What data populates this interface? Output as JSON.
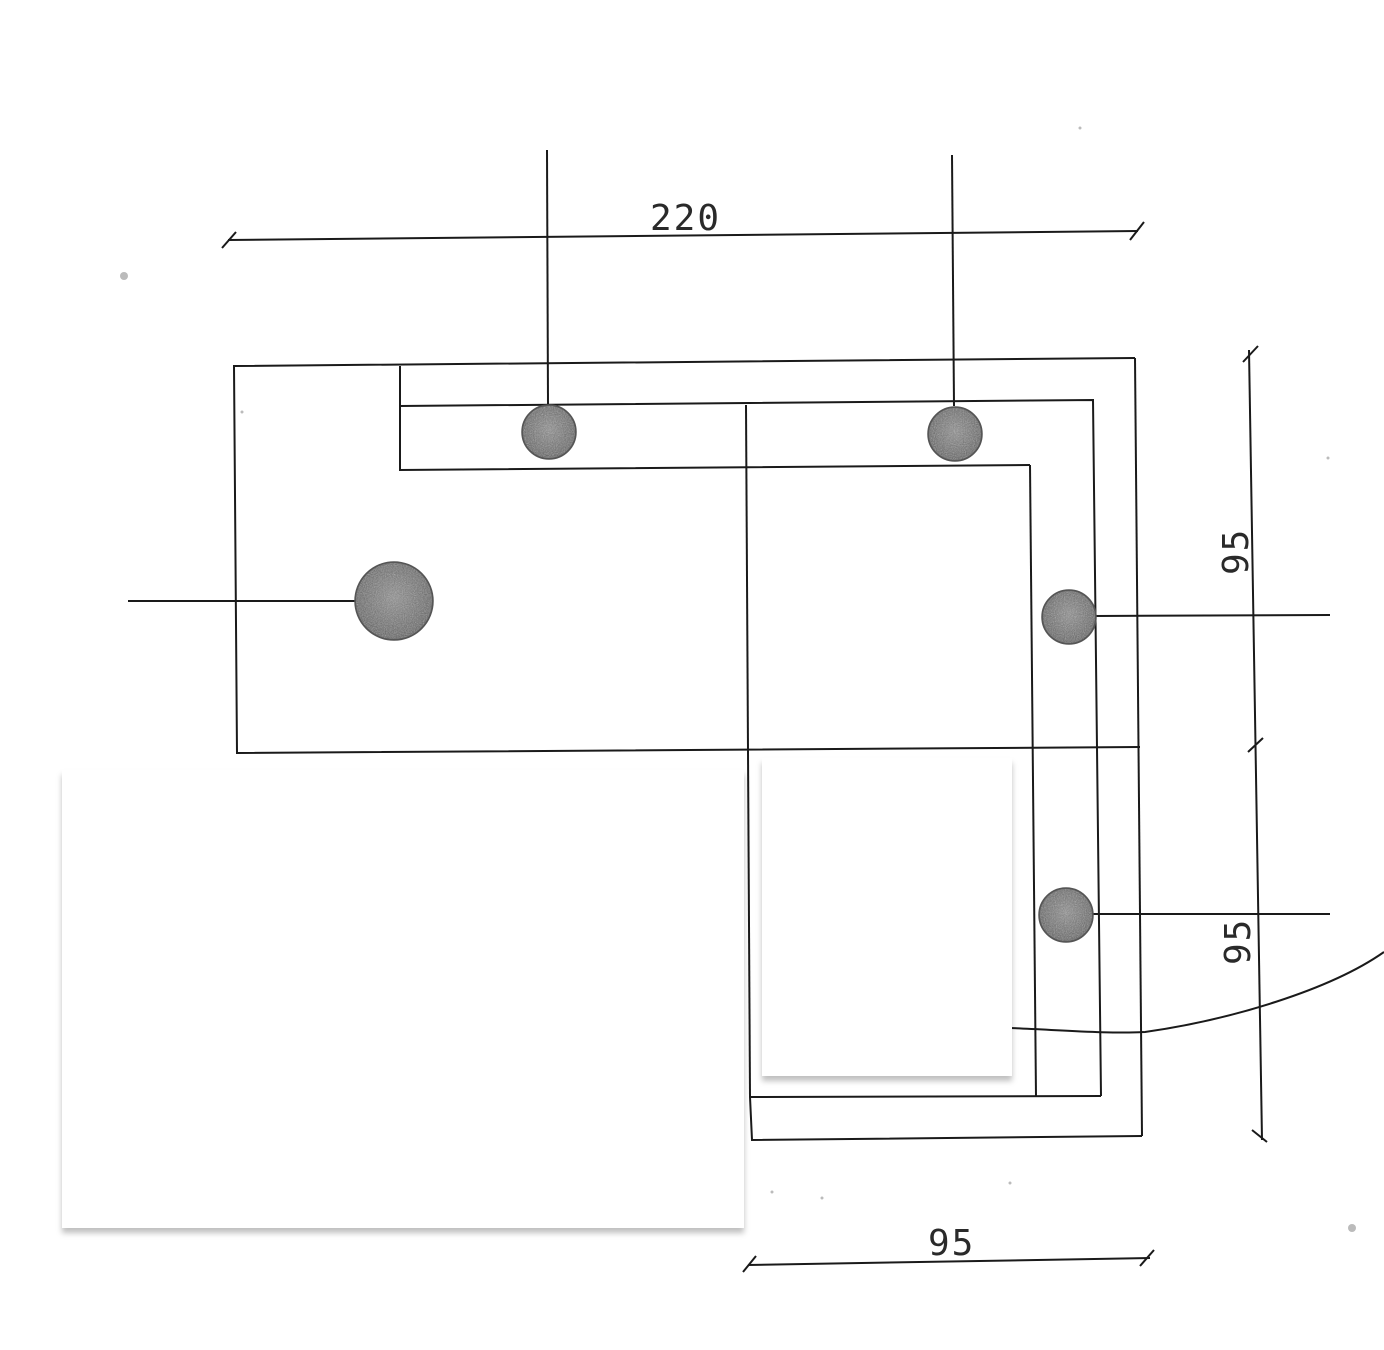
{
  "dimensions": {
    "top_width": "220",
    "right_upper": "95",
    "right_lower": "95",
    "bottom_width": "95"
  },
  "colors": {
    "ink": "#1a1a1a",
    "dot_fill": "#7a7a7a",
    "paper": "#ffffff"
  }
}
